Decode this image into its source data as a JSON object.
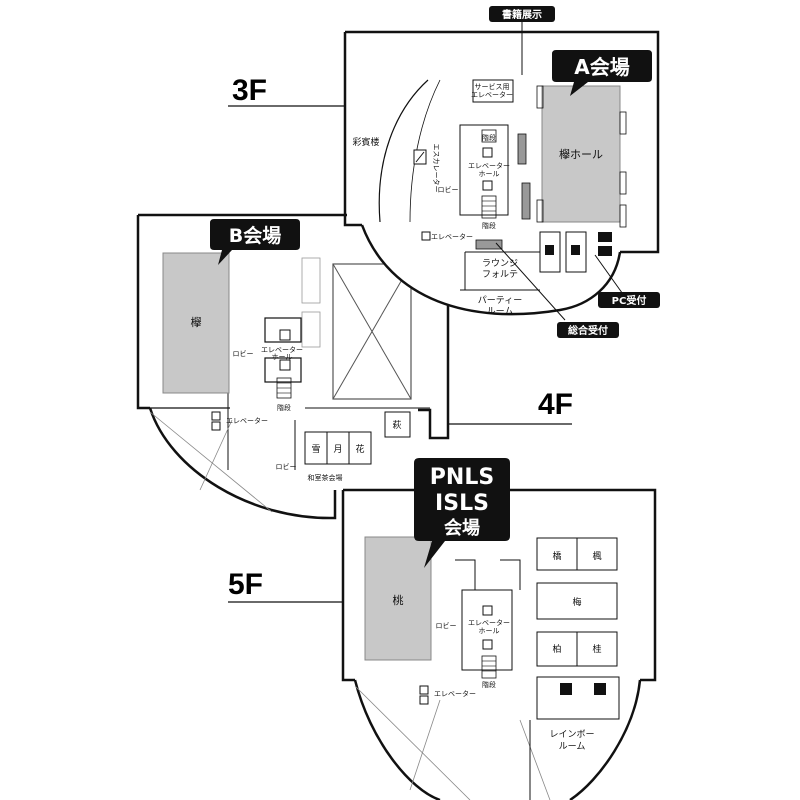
{
  "floors": {
    "f3": {
      "label": "3F",
      "callout": "A会場",
      "hall": "欅ホール",
      "rooms": {
        "saikitou": "彩賓楼",
        "service_elevator_1": "サービス用",
        "service_elevator_2": "エレベーター",
        "stairs": "階段",
        "elevator_hall_1": "エレベーター",
        "elevator_hall_2": "ホール",
        "escalator": "エスカレーター",
        "lobby": "ロビー",
        "elevator": "エレベーター",
        "lounge_1": "ラウンジ",
        "lounge_2": "フォルテ",
        "party_1": "パーティー",
        "party_2": "ルーム"
      },
      "tags": {
        "books": "書籍展示",
        "pc": "PC受付",
        "general": "総合受付"
      }
    },
    "f4": {
      "label": "4F",
      "callout": "B会場",
      "hall": "欅",
      "rooms": {
        "elevator_hall_1": "エレベーター",
        "elevator_hall_2": "ホール",
        "lobby": "ロビー",
        "stairs": "階段",
        "elevator": "エレベーター",
        "lobby2": "ロビー",
        "yuki": "雪",
        "tsuki": "月",
        "hana": "花",
        "hagi": "萩",
        "washitsu": "和室茶会場"
      }
    },
    "f5": {
      "label": "5F",
      "callout_lines": [
        "PNLS",
        "ISLS",
        "会場"
      ],
      "hall": "桃",
      "rooms": {
        "lobby": "ロビー",
        "elevator_hall_1": "エレベーター",
        "elevator_hall_2": "ホール",
        "stairs": "階段",
        "elevator": "エレベーター",
        "hashi": "橋",
        "kaede": "楓",
        "ume": "梅",
        "kashiwa": "柏",
        "katsura": "桂",
        "rainbow_1": "レインボー",
        "rainbow_2": "ルーム"
      }
    }
  }
}
